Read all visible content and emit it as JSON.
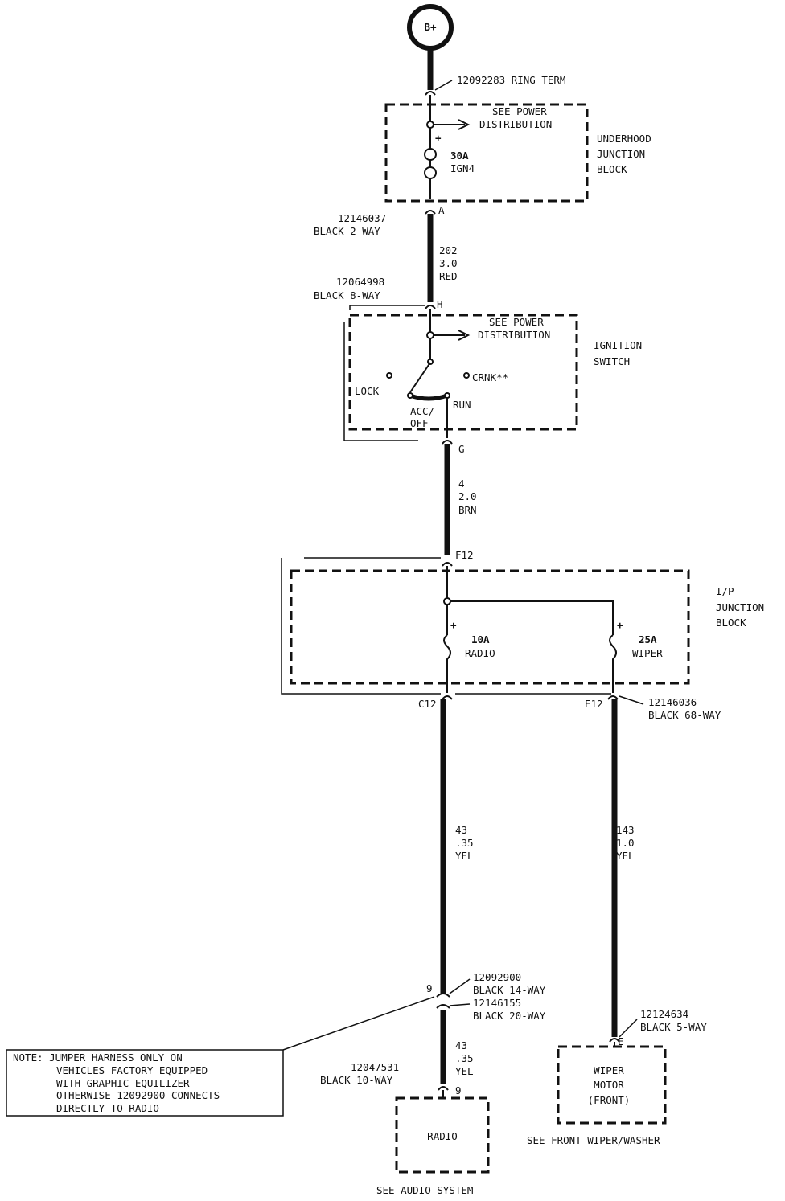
{
  "battery": {
    "label": "B+"
  },
  "ring_term": {
    "part": "12092283  RING TERM"
  },
  "underhood": {
    "see_line1": "SEE POWER",
    "see_line2": "DISTRIBUTION",
    "plus": "+",
    "fuse_amps": "30A",
    "fuse_name": "IGN4",
    "name_line1": "UNDERHOOD",
    "name_line2": "JUNCTION",
    "name_line3": "BLOCK"
  },
  "connector_a": {
    "pin": "A",
    "part": "12146037",
    "desc": "BLACK 2-WAY"
  },
  "wire_202": {
    "circuit": "202",
    "size": "3.0",
    "color": "RED"
  },
  "connector_h": {
    "pin": "H",
    "part": "12064998",
    "desc": "BLACK 8-WAY"
  },
  "ignition": {
    "see_line1": "SEE POWER",
    "see_line2": "DISTRIBUTION",
    "name_line1": "IGNITION",
    "name_line2": "SWITCH",
    "lock": "LOCK",
    "crnk": "CRNK**",
    "acc_line1": "ACC/",
    "acc_line2": "OFF",
    "run": "RUN"
  },
  "connector_g": {
    "pin": "G"
  },
  "wire_4": {
    "circuit": "4",
    "size": "2.0",
    "color": "BRN"
  },
  "ip_block": {
    "pin_in": "F12",
    "name_line1": "I/P",
    "name_line2": "JUNCTION",
    "name_line3": "BLOCK",
    "fuse1_plus": "+",
    "fuse1_amps": "10A",
    "fuse1_name": "RADIO",
    "fuse2_plus": "+",
    "fuse2_amps": "25A",
    "fuse2_name": "WIPER",
    "pin_c12": "C12",
    "pin_e12": "E12",
    "part": "12146036",
    "desc": "BLACK 68-WAY"
  },
  "wire_43": {
    "circuit": "43",
    "size": ".35",
    "color": "YEL"
  },
  "wire_143": {
    "circuit": "143",
    "size": "1.0",
    "color": "YEL"
  },
  "jumper": {
    "pin": "9",
    "part1": "12092900",
    "desc1": "BLACK 14-WAY",
    "part2": "12146155",
    "desc2": "BLACK 20-WAY"
  },
  "wire_43b": {
    "circuit": "43",
    "size": ".35",
    "color": "YEL"
  },
  "radio_conn": {
    "part": "12047531",
    "desc": "BLACK 10-WAY",
    "pin": "9"
  },
  "radio": {
    "label": "RADIO",
    "see": "SEE AUDIO SYSTEM"
  },
  "wiper_conn": {
    "part": "12124634",
    "desc": "BLACK 5-WAY",
    "pin": "E"
  },
  "wiper_motor": {
    "line1": "WIPER",
    "line2": "MOTOR",
    "line3": "(FRONT)",
    "see": "SEE FRONT WIPER/WASHER"
  },
  "note": {
    "line1": "NOTE: JUMPER HARNESS ONLY ON",
    "line2": "VEHICLES FACTORY EQUIPPED",
    "line3": "WITH GRAPHIC EQUILIZER",
    "line4": "OTHERWISE 12092900 CONNECTS",
    "line5": "DIRECTLY TO RADIO"
  }
}
